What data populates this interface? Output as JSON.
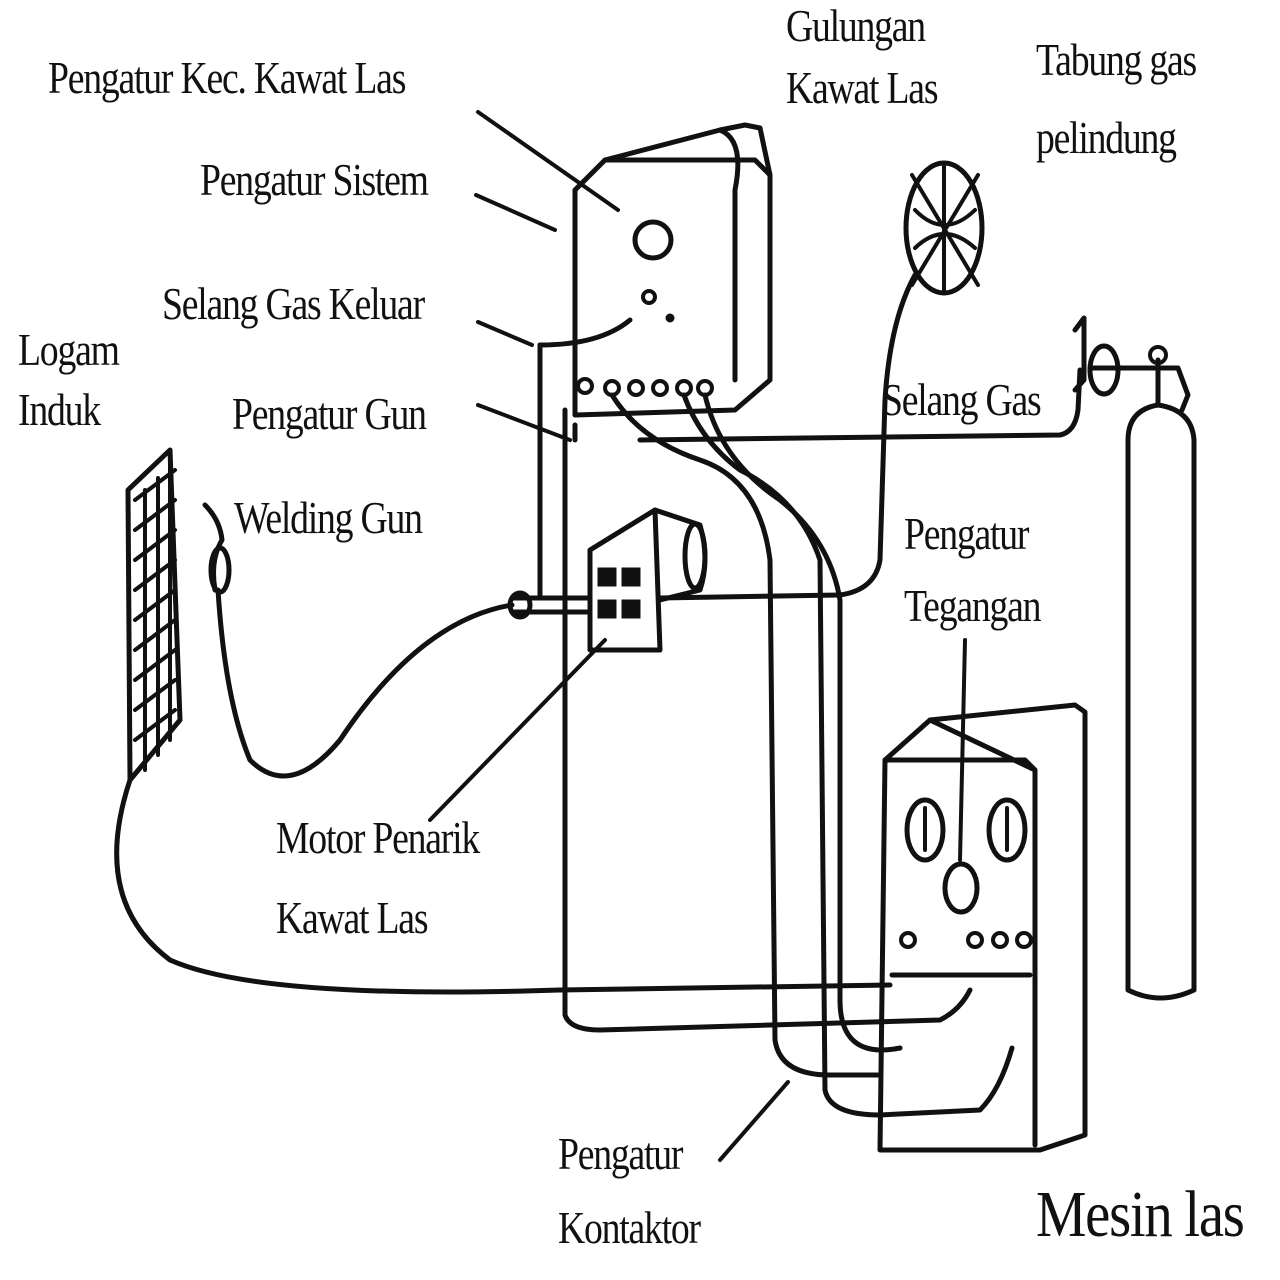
{
  "labels": {
    "pengatur_kec_kawat_las": "Pengatur Kec. Kawat Las",
    "pengatur_sistem": "Pengatur Sistem",
    "selang_gas_keluar": "Selang Gas Keluar",
    "logam_induk_1": "Logam",
    "logam_induk_2": "Induk",
    "pengatur_gun": "Pengatur Gun",
    "welding_gun": "Welding Gun",
    "gulungan_kawat_las_1": "Gulungan",
    "gulungan_kawat_las_2": "Kawat Las",
    "tabung_gas_pelindung_1": "Tabung gas",
    "tabung_gas_pelindung_2": "pelindung",
    "selang_gas": "Selang Gas",
    "pengatur_tegangan_1": "Pengatur",
    "pengatur_tegangan_2": "Tegangan",
    "motor_penarik_kawat_las_1": "Motor Penarik",
    "motor_penarik_kawat_las_2": "Kawat Las",
    "pengatur_kontaktor_1": "Pengatur",
    "pengatur_kontaktor_2": "Kontaktor",
    "mesin_las": "Mesin las"
  }
}
